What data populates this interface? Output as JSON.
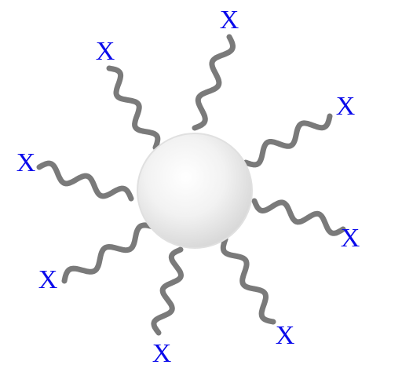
{
  "diagram": {
    "core": {
      "fill_light": "#ffffff",
      "fill_mid": "#f2f2f2",
      "fill_dark": "#d9d9d9",
      "outline": "#e0e0e0"
    },
    "chain_color": "#7a7a7a",
    "label_color": "#0a0aeb",
    "chains": [
      {
        "end_label": "X"
      },
      {
        "end_label": "X"
      },
      {
        "end_label": "X"
      },
      {
        "end_label": "X"
      },
      {
        "end_label": "X"
      },
      {
        "end_label": "X"
      },
      {
        "end_label": "X"
      },
      {
        "end_label": "X"
      }
    ]
  }
}
